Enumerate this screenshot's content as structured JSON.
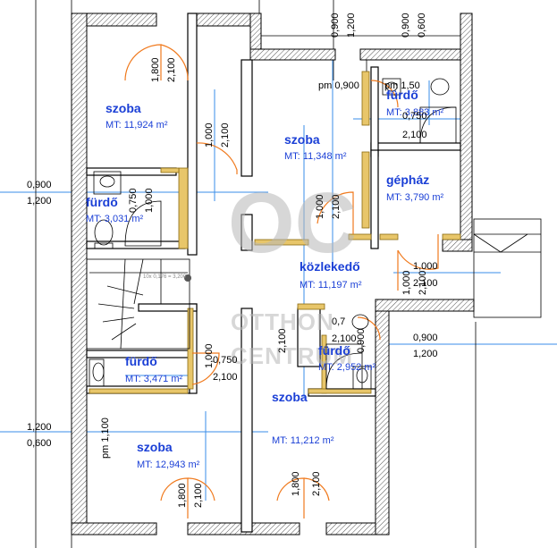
{
  "rooms": [
    {
      "name": "szoba",
      "area": "MT: 11,924 m²"
    },
    {
      "name": "szoba",
      "area": "MT: 11,348 m²"
    },
    {
      "name": "fürdő",
      "area": "MT: 3,883 m²"
    },
    {
      "name": "gépház",
      "area": "MT: 3,790 m²"
    },
    {
      "name": "fürdő",
      "area": "MT: 3,031 m²"
    },
    {
      "name": "közlekedő",
      "area": "MT: 11,197 m²"
    },
    {
      "name": "fürdő",
      "area": "MT: 3,471 m²"
    },
    {
      "name": "fürdő",
      "area": "MT: 2,952 m²"
    },
    {
      "name": "szoba",
      "area": "MT: 12,943 m²"
    },
    {
      "name": "szoba",
      "area": "MT: 11,212 m²"
    }
  ],
  "dims": {
    "d1800": "1,800",
    "d2100": "2,100",
    "d1000": "1,000",
    "d0900": "0,900",
    "d1200": "1,200",
    "d0600": "0,600",
    "d0750": "0,750",
    "d1500": "1,50",
    "d0700": "0,7",
    "d1100": "1,100",
    "pm0900": "pm 0,900",
    "pm1500": "pm 1,50",
    "pm1100": "pm 1,100",
    "stair": "10x 0,176 = 3,200"
  },
  "watermark": {
    "mark": "OC",
    "line1": "OTTHON",
    "line2": "CENTRUM"
  }
}
